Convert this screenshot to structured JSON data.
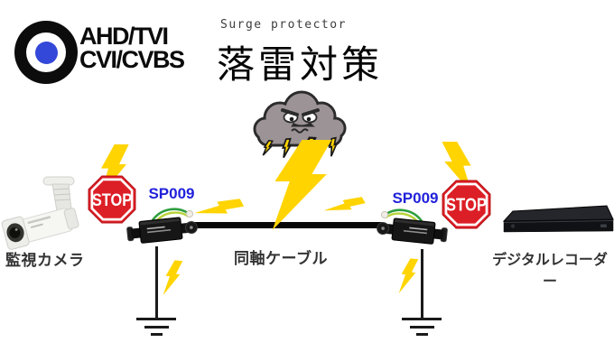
{
  "header": {
    "brand_line1": "AHD/TVI",
    "brand_line2": "CVI/CVBS",
    "subtitle": "Surge protector",
    "title": "落雷対策"
  },
  "diagram": {
    "camera_label": "監視カメラ",
    "cable_label": "同軸ケーブル",
    "recorder_label": "デジタルレコーダー",
    "left_protector_label": "SP009",
    "right_protector_label": "SP009",
    "stop_left": "STOP",
    "stop_right": "STOP"
  },
  "colors": {
    "lightning_yellow": "#FFD400",
    "stop_red": "#DC1F26",
    "protector_blue": "#2121DB",
    "cloud_gray": "#9C9396",
    "label_gray": "#333333",
    "logo_blue": "#3347D8",
    "cable_black": "#070707"
  },
  "icons": {
    "logo_target_icon": "concentric-circles",
    "storm_cloud_icon": "angry-cloud",
    "lightning_bolt_icon": "zigzag-bolt",
    "stop_sign_icon": "octagon",
    "camera_icon": "bullet-camera",
    "surge_protector_icon": "bnc-inline-box",
    "recorder_icon": "dvr-box",
    "ground_icon": "earth-symbol"
  }
}
